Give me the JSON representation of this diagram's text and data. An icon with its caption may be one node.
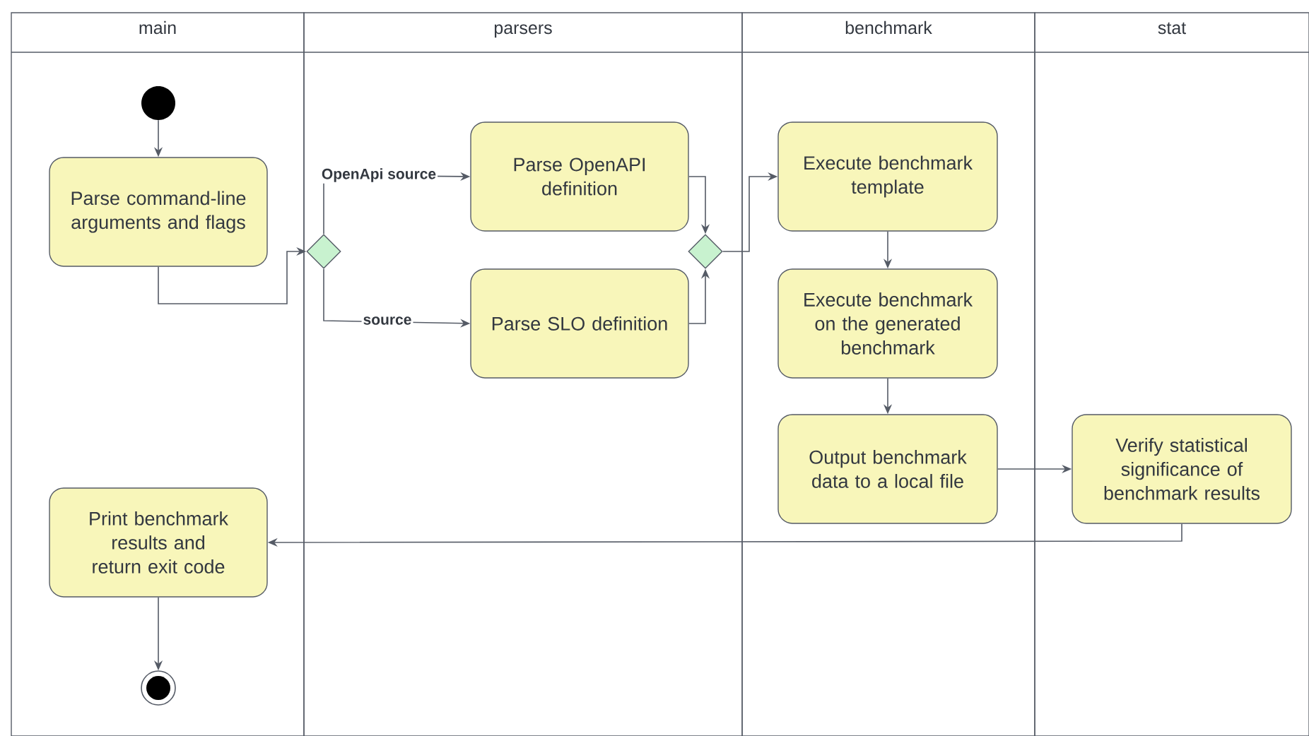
{
  "diagram": {
    "nodes": [
      {
        "text": [
          "main"
        ]
      },
      {
        "text": [
          "parsers"
        ]
      },
      {
        "text": [
          "benchmark"
        ]
      },
      {
        "text": [
          "stat"
        ]
      },
      {
        "text": [],
        "shape": "circle",
        "in": 0
      },
      {
        "text": [
          "Parse command-line arguments and flags"
        ],
        "in": 0
      },
      {
        "text": [],
        "shape": "diamond",
        "in": 1
      },
      {
        "text": [
          "Parse OpenAPI definition"
        ],
        "in": 1
      },
      {
        "text": [
          "Parse SLO definition"
        ],
        "in": 1
      },
      {
        "text": [],
        "shape": "diamond",
        "in": 1
      },
      {
        "text": [
          "Execute benchmark template"
        ],
        "in": 2
      },
      {
        "text": [
          "Execute benchmark on the generated benchmark"
        ],
        "in": 2
      },
      {
        "text": [
          "Output benchmark data to a local file"
        ],
        "in": 2
      },
      {
        "text": [
          "Verify statistical significance of benchmark results"
        ],
        "in": 3
      },
      {
        "text": [
          "Print benchmark results and return exit code"
        ],
        "in": 0
      },
      {
        "text": [],
        "shape": "circle",
        "in": 0
      }
    ],
    "edges": [
      {
        "from": 4,
        "to": 5,
        "arrow": "to"
      },
      {
        "from": 5,
        "to": 6,
        "arrow": "to"
      },
      {
        "from": 6,
        "to": 7,
        "arrow": "to",
        "label": "OpenApi source"
      },
      {
        "from": 6,
        "to": 8,
        "arrow": "to",
        "label": "source"
      },
      {
        "from": 7,
        "to": 9,
        "arrow": "to"
      },
      {
        "from": 8,
        "to": 9,
        "arrow": "to"
      },
      {
        "from": 9,
        "to": 10,
        "arrow": "to"
      },
      {
        "from": 10,
        "to": 11,
        "arrow": "to"
      },
      {
        "from": 11,
        "to": 12,
        "arrow": "to"
      },
      {
        "from": 12,
        "to": 13,
        "arrow": "to"
      },
      {
        "from": 13,
        "to": 14,
        "arrow": "to"
      },
      {
        "from": 14,
        "to": 15,
        "arrow": "to"
      }
    ]
  }
}
